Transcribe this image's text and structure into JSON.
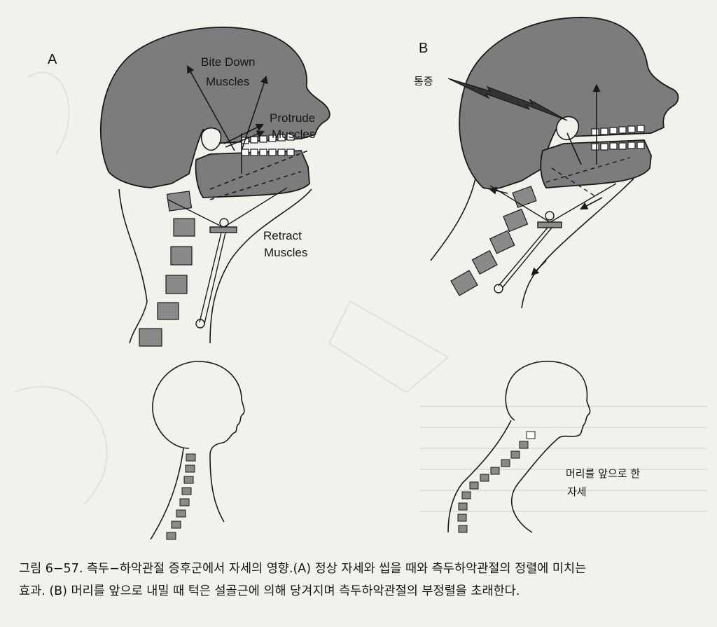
{
  "panels": {
    "a": {
      "letter": "A",
      "labels": {
        "bite_down": [
          "Bite Down",
          "Muscles"
        ],
        "protrude": [
          "Protrude",
          "Muscles"
        ],
        "retract": [
          "Retract",
          "Muscles"
        ]
      }
    },
    "b": {
      "letter": "B",
      "labels": {
        "pain": "통증",
        "forward_head": [
          "머리를 앞으로 한",
          "자세"
        ]
      }
    }
  },
  "caption": {
    "line1": "그림 6−57. 측두−하악관절 증후군에서 자세의 영향.(A) 정상 자세와 씹을 때와 측두하악관절의 정렬에 미치는",
    "line2": "효과. (B) 머리를 앞으로 내밀 때 턱은 설골근에 의해 당겨지며 측두하악관절의 부정렬을 초래한다."
  },
  "colors": {
    "skull_fill": "#7c7c7c",
    "vertebra_fill": "#8a8a8a",
    "ink": "#1a1a1a",
    "paper": "#f3f1ec"
  }
}
